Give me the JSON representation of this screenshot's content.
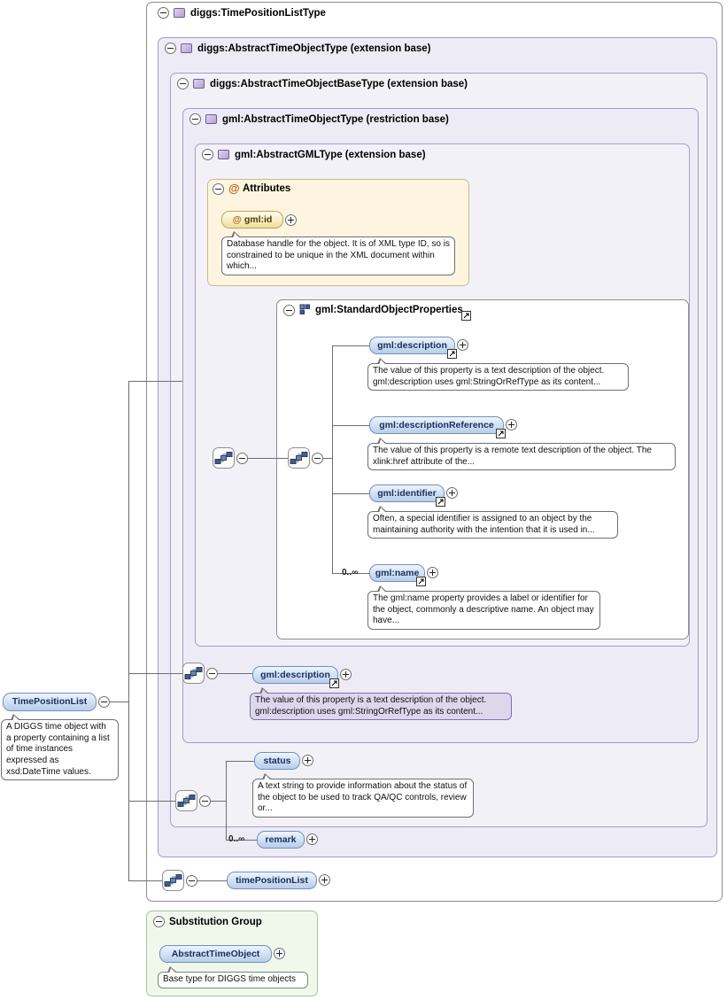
{
  "root": {
    "title": "diggs:TimePositionListType"
  },
  "boxes": {
    "l2": "diggs:AbstractTimeObjectType (extension base)",
    "l3": "diggs:AbstractTimeObjectBaseType (extension base)",
    "l4": "gml:AbstractTimeObjectType (restriction base)",
    "l5": "gml:AbstractGMLType (extension base)"
  },
  "attrs": {
    "title": "Attributes",
    "at": "@",
    "id": {
      "name": "gml:id",
      "doc": "Database handle for the object. It is of XML type ID, so is constrained to be unique in the XML document within which..."
    }
  },
  "sop": {
    "title": "gml:StandardObjectProperties",
    "elements": [
      {
        "name": "gml:description",
        "doc": "The value of this property is a text description of the object. gml:description uses gml:StringOrRefType as its content..."
      },
      {
        "name": "gml:descriptionReference",
        "doc": "The value of this property is a remote text description of the object. The xlink:href attribute of the..."
      },
      {
        "name": "gml:identifier",
        "doc": "Often, a special identifier is assigned to an object by the maintaining authority with the intention that it is used in..."
      },
      {
        "name": "gml:name",
        "occurs": "0..∞",
        "doc": "The gml:name property provides a label or identifier for the object, commonly a descriptive name. An object may have..."
      }
    ]
  },
  "base_desc": {
    "name": "gml:description",
    "doc": "The value of this property is a text description of the object. gml:description uses gml:StringOrRefType as its content..."
  },
  "status_el": {
    "name": "status",
    "doc": "A text string to provide information about the status of the object to be used to track QA/QC controls, review or..."
  },
  "remark_el": {
    "name": "remark",
    "occurs": "0..∞"
  },
  "tpl_el": {
    "name": "timePositionList"
  },
  "main_el": {
    "name": "TimePositionList",
    "doc": "A DIGGS time object with a property containing a list of time instances expressed as xsd:DateTime values."
  },
  "subst": {
    "title": "Substitution Group",
    "element": "AbstractTimeObject",
    "doc": "Base type for DIGGS time objects"
  }
}
